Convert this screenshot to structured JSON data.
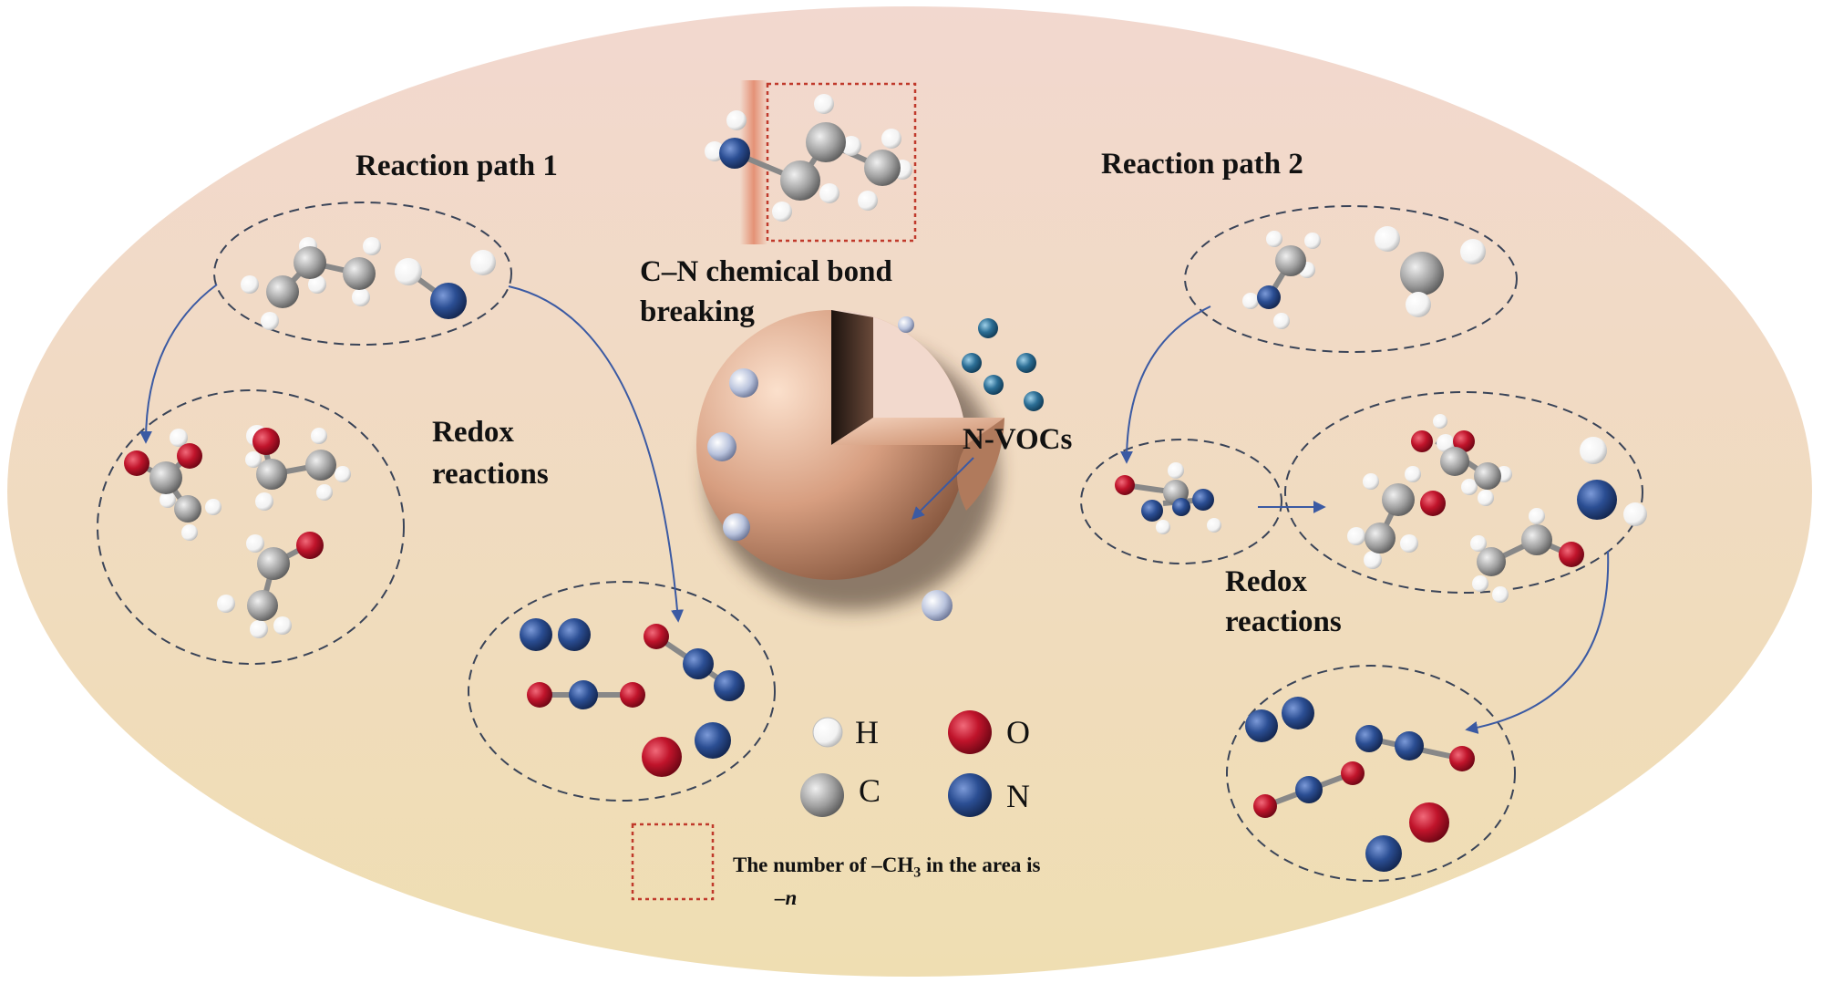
{
  "labels": {
    "path1_title": "Reaction path 1",
    "path2_title": "Reaction path 2",
    "cn_bond_line1": "C–N chemical bond",
    "cn_bond_line2": "breaking",
    "nvocs": "N-VOCs",
    "redox_left_line1": "Redox",
    "redox_left_line2": "reactions",
    "redox_right_line1": "Redox",
    "redox_right_line2": "reactions"
  },
  "legend": {
    "h": "H",
    "o": "O",
    "c": "C",
    "n": "N"
  },
  "note": {
    "text_prefix": "The number of –CH",
    "text_sub": "3",
    "text_suffix": " in the area is",
    "n_value": "–n"
  },
  "colors": {
    "background_top": "#f2d9cd",
    "background_bottom": "#eedcb2",
    "oxygen": "#c0142b",
    "nitrogen": "#2b4e93",
    "carbon": "#9c9c9c",
    "hydrogen": "#ffffff",
    "arrow": "#3b5aa3",
    "dashed_border": "#3a4458",
    "highlight_box": "#c0392b"
  }
}
